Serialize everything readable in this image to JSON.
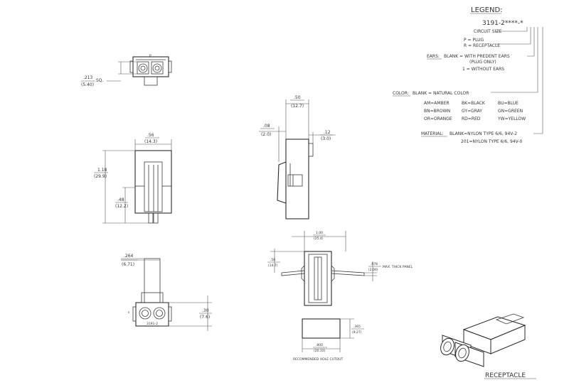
{
  "legend": {
    "title": "LEGEND:",
    "part_number": "3191-2****-*",
    "circuit_size": "CIRCUIT SIZE",
    "p_plug": "P = PLUG",
    "r_receptacle": "R = RECEPTACLE",
    "ears_label": "EARS:",
    "ears_blank": "BLANK = WITH PREDENT EARS",
    "ears_plug_only": "(PLUG ONLY)",
    "ears_without": "1 = WITHOUT EARS",
    "color_label": "COLOR:",
    "color_blank": "BLANK = NATURAL COLOR",
    "colors": [
      [
        "AM=AMBER",
        "BK=BLACK",
        "BU=BLUE"
      ],
      [
        "BN=BROWN",
        "GY=GRAY",
        "GN=GREEN"
      ],
      [
        "OR=ORANGE",
        "RD=RED",
        "YW=YELLOW"
      ]
    ],
    "material_label": "MATERIAL:",
    "material_blank": "BLANK=NYLON TYPE 6/6, 94V-2",
    "material_201": "201=NYLON TYPE 6/6, 94V-0"
  },
  "dimensions": {
    "top_view_width_in": ".213",
    "top_view_width_mm": "(5.40)",
    "top_view_suffix": "SQ.",
    "front_width_in": ".56",
    "front_width_mm": "(14.3)",
    "front_height_in": "1.18",
    "front_height_mm": "(29.9)",
    "front_lower_in": ".48",
    "front_lower_mm": "(12.2)",
    "side_width_in": ".50",
    "side_width_mm": "(12.7)",
    "side_offset_in": ".08",
    "side_offset_mm": "(2.0)",
    "side_right_in": ".12",
    "side_right_mm": "(3.0)",
    "bottom_width_in": ".264",
    "bottom_width_mm": "(6.71)",
    "bottom_height_in": ".30",
    "bottom_height_mm": "(7.6)",
    "panel_width_in": "1.00",
    "panel_width_mm": "(25.4)",
    "panel_height_in": ".58",
    "panel_height_mm": "(14.7)",
    "panel_thick_in": ".078",
    "panel_thick_mm": "(2.00)",
    "panel_thick_note": "MAX. THICK PANEL",
    "cutout_height_in": ".365",
    "cutout_height_mm": "(9.27)",
    "cutout_width_in": ".800",
    "cutout_width_mm": "(20.32)",
    "cutout_caption": "RECOMMENDED HOLE CUTOUT"
  },
  "labels": {
    "bottom_part_mark": "3191-2",
    "top_mark": "P",
    "view_title": "RECEPTACLE"
  }
}
